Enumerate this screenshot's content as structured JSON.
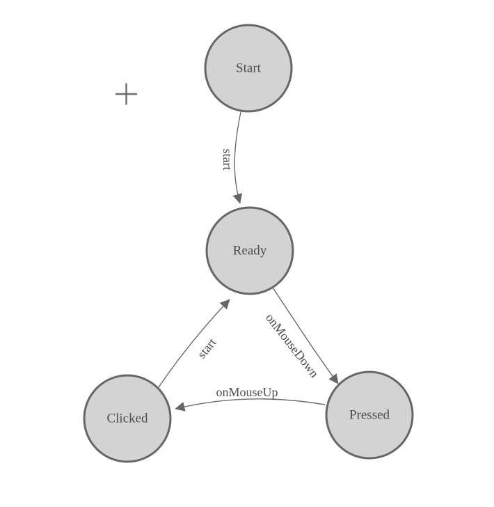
{
  "colors": {
    "background": "#ffffff",
    "node_fill": "#d3d3d3",
    "node_stroke": "#666666",
    "edge_stroke": "#6b6b6b",
    "arrowhead_fill": "#666666",
    "text": "#4d4d4d"
  },
  "icons": {
    "cursor": "crosshair-plus-icon"
  },
  "diagram": {
    "type": "state-machine",
    "nodes": [
      {
        "id": "start",
        "label": "Start"
      },
      {
        "id": "ready",
        "label": "Ready"
      },
      {
        "id": "clicked",
        "label": "Clicked"
      },
      {
        "id": "pressed",
        "label": "Pressed"
      }
    ],
    "edges": [
      {
        "from": "start",
        "to": "ready",
        "label": "start"
      },
      {
        "from": "clicked",
        "to": "ready",
        "label": "start"
      },
      {
        "from": "ready",
        "to": "pressed",
        "label": "onMouseDown"
      },
      {
        "from": "pressed",
        "to": "clicked",
        "label": "onMouseUp"
      }
    ]
  }
}
